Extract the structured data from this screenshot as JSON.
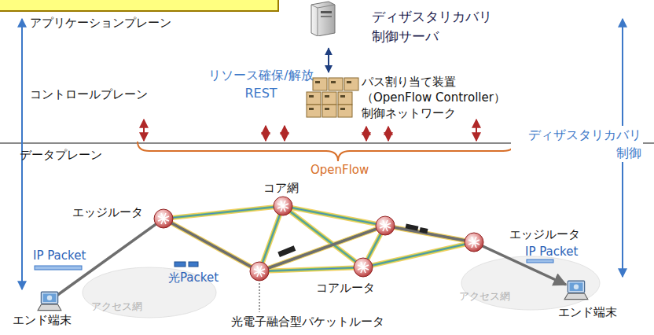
{
  "diagram": {
    "nodes": [
      {
        "text": [
          "アプリケーションプレーン"
        ]
      },
      {
        "text": [
          "ディザスタリカバリ 制御サーバ"
        ],
        "in": 0
      },
      {
        "text": [
          "コントロールプレーン"
        ]
      },
      {
        "text": [
          "パス割り当て装置",
          "（OpenFlow Controller）",
          "制御ネットワーク"
        ],
        "in": 2
      },
      {
        "text": [
          "コア網"
        ]
      }
    ],
    "edges": [
      {
        "from": 1,
        "to": 3,
        "arrow": "both",
        "label": "リソース確保/解放 REST"
      }
    ],
    "labels": [
      "データプレーン",
      "OpenFlow",
      "ディザスタリカバリ 制御",
      "コアルータ",
      "エッジルータ",
      "エッジルータ",
      "IP Packet",
      "光Packet",
      "IP Packet",
      "アクセス網",
      "アクセス網",
      "エンド端末",
      "エンド端末",
      "光電子融合型パケットルータ"
    ]
  }
}
